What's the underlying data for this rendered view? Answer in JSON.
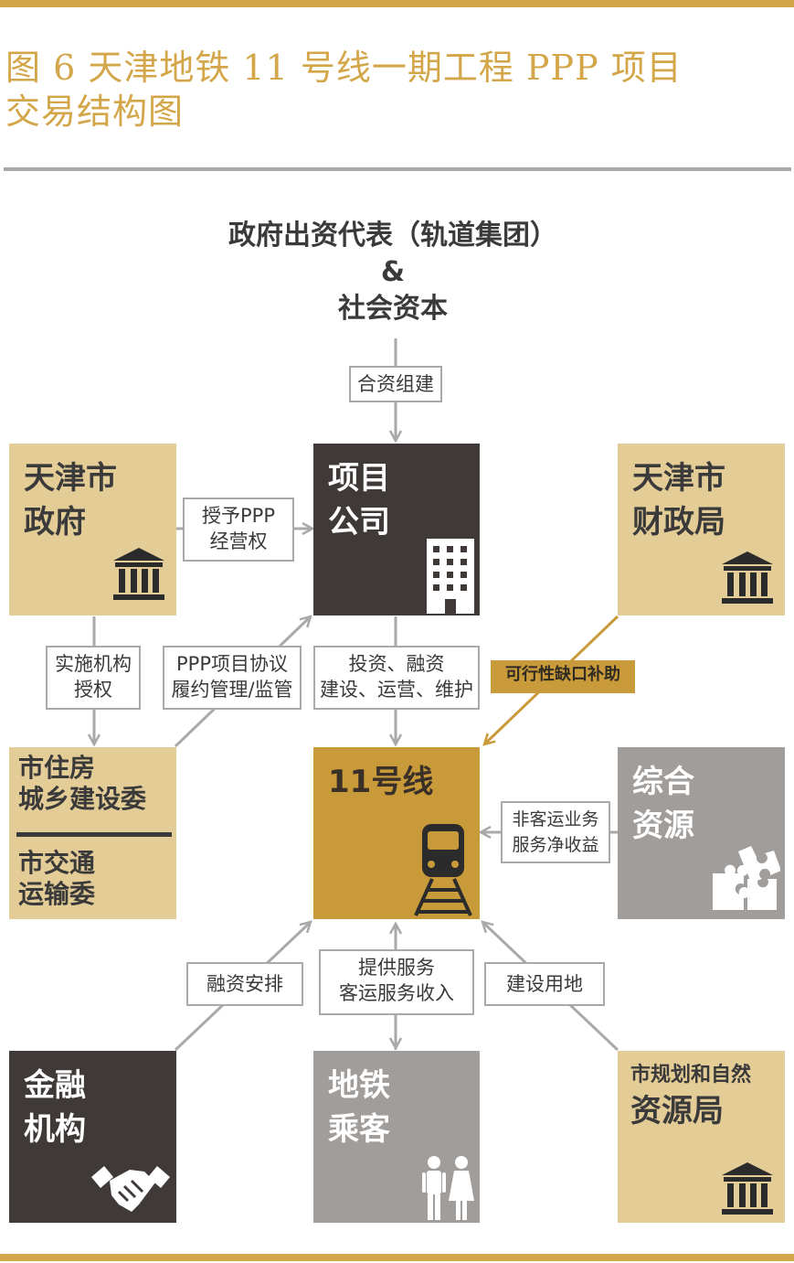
{
  "title": {
    "line1": "图 6  天津地铁 11 号线一期工程 PPP 项目",
    "line2": "交易结构图"
  },
  "top": {
    "line1": "政府出资代表（轨道集团）",
    "line2": "&",
    "line3": "社会资本"
  },
  "nodes": {
    "tianjin_gov": {
      "line1": "天津市",
      "line2": "政府"
    },
    "project_company": {
      "line1": "项目",
      "line2": "公司"
    },
    "finance_bureau": {
      "line1": "天津市",
      "line2": "财政局"
    },
    "housing_committee": {
      "line1": "市住房",
      "line2": "城乡建设委",
      "line3": "市交通",
      "line4": "运输委"
    },
    "line11": {
      "line1": "11号线"
    },
    "resources": {
      "line1": "综合",
      "line2": "资源"
    },
    "financial": {
      "line1": "金融",
      "line2": "机构"
    },
    "passengers": {
      "line1": "地铁",
      "line2": "乘客"
    },
    "planning_bureau": {
      "line1": "市规划和自然",
      "line2": "资源局"
    }
  },
  "edges": {
    "jv": "合资组建",
    "grant": {
      "line1": "授予PPP",
      "line2": "经营权"
    },
    "authorize": {
      "line1": "实施机构",
      "line2": "授权"
    },
    "agreement": {
      "line1": "PPP项目协议",
      "line2": "履约管理/监管"
    },
    "invest": {
      "line1": "投资、融资",
      "line2": "建设、运营、维护"
    },
    "subsidy": "可行性缺口补助",
    "nonfare": {
      "line1": "非客运业务",
      "line2": "服务净收益"
    },
    "financing": "融资安排",
    "service": {
      "line1": "提供服务",
      "line2": "客运服务收入"
    },
    "land": "建设用地"
  },
  "colors": {
    "gold": "#c99a3a",
    "tan": "#e4cc97",
    "dark": "#3f3a38",
    "gray": "#a19d9a",
    "accent": "#d4a64a"
  },
  "icons": [
    "government-building-icon",
    "office-building-icon",
    "train-icon",
    "puzzle-icon",
    "handshake-icon",
    "people-icon"
  ]
}
